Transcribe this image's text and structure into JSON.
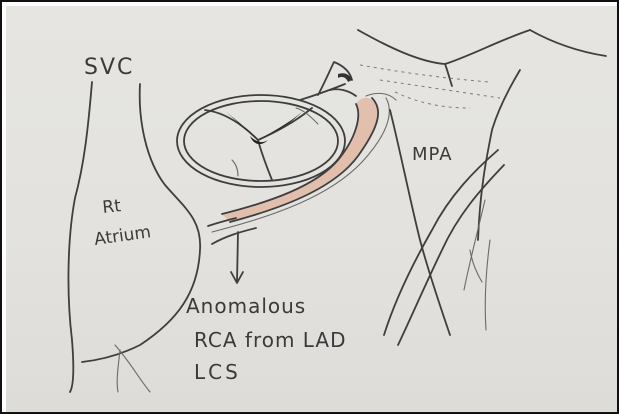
{
  "labels": {
    "svc": "SVC",
    "rt_atrium_line1": "Rt",
    "rt_atrium_line2": "Atrium",
    "mpa": "MPA",
    "anomalous_line1": "Anomalous",
    "anomalous_line2": "RCA from  LAD",
    "anomalous_line3": "LCS"
  },
  "colors": {
    "paper": "#e4e3df",
    "ink": "#3e3e3e",
    "rca_highlight": "#e2b9a4",
    "frame": "#111111"
  }
}
